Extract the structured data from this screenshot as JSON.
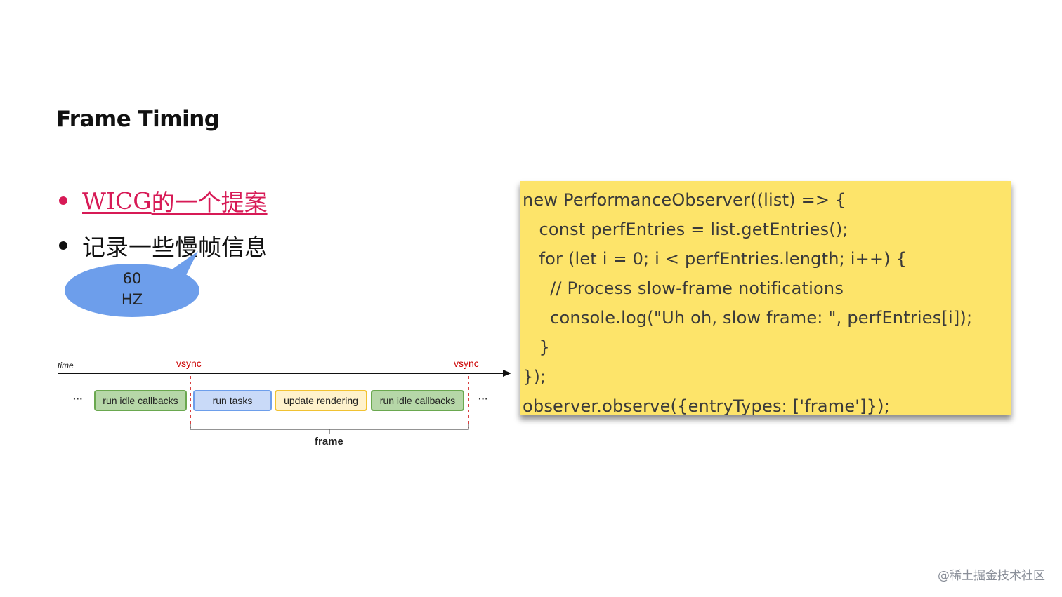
{
  "slide": {
    "title": "Frame Timing",
    "bullets": [
      {
        "text": "WICG 的一个提案",
        "link_text": "WICG",
        "rest": " 的一个提案",
        "is_link": true
      },
      {
        "text": "记录一些慢帧信息",
        "is_link": false
      }
    ],
    "bubble": {
      "line1": "60",
      "line2": "HZ"
    },
    "colors": {
      "link": "#d71a56",
      "bubble": "#6d9eeb",
      "code_bg": "#fde46a",
      "vsync": "#cc0000"
    }
  },
  "diagram": {
    "time_label": "time",
    "vsync_left": "vsync",
    "vsync_right": "vsync",
    "ellipsis_left": "···",
    "ellipsis_right": "···",
    "boxes": [
      {
        "label": "run idle callbacks",
        "color": "green"
      },
      {
        "label": "run tasks",
        "color": "blue"
      },
      {
        "label": "update rendering",
        "color": "yellow"
      },
      {
        "label": "run idle callbacks",
        "color": "green"
      }
    ],
    "frame_label": "frame"
  },
  "code": {
    "lines": [
      "new PerformanceObserver((list) => {",
      "   const perfEntries = list.getEntries();",
      "   for (let i = 0; i < perfEntries.length; i++) {",
      "     // Process slow-frame notifications",
      "     console.log(\"Uh oh, slow frame: \", perfEntries[i]);",
      "   }",
      "});",
      "observer.observe({entryTypes: ['frame']});"
    ]
  },
  "watermark": "@稀土掘金技术社区"
}
